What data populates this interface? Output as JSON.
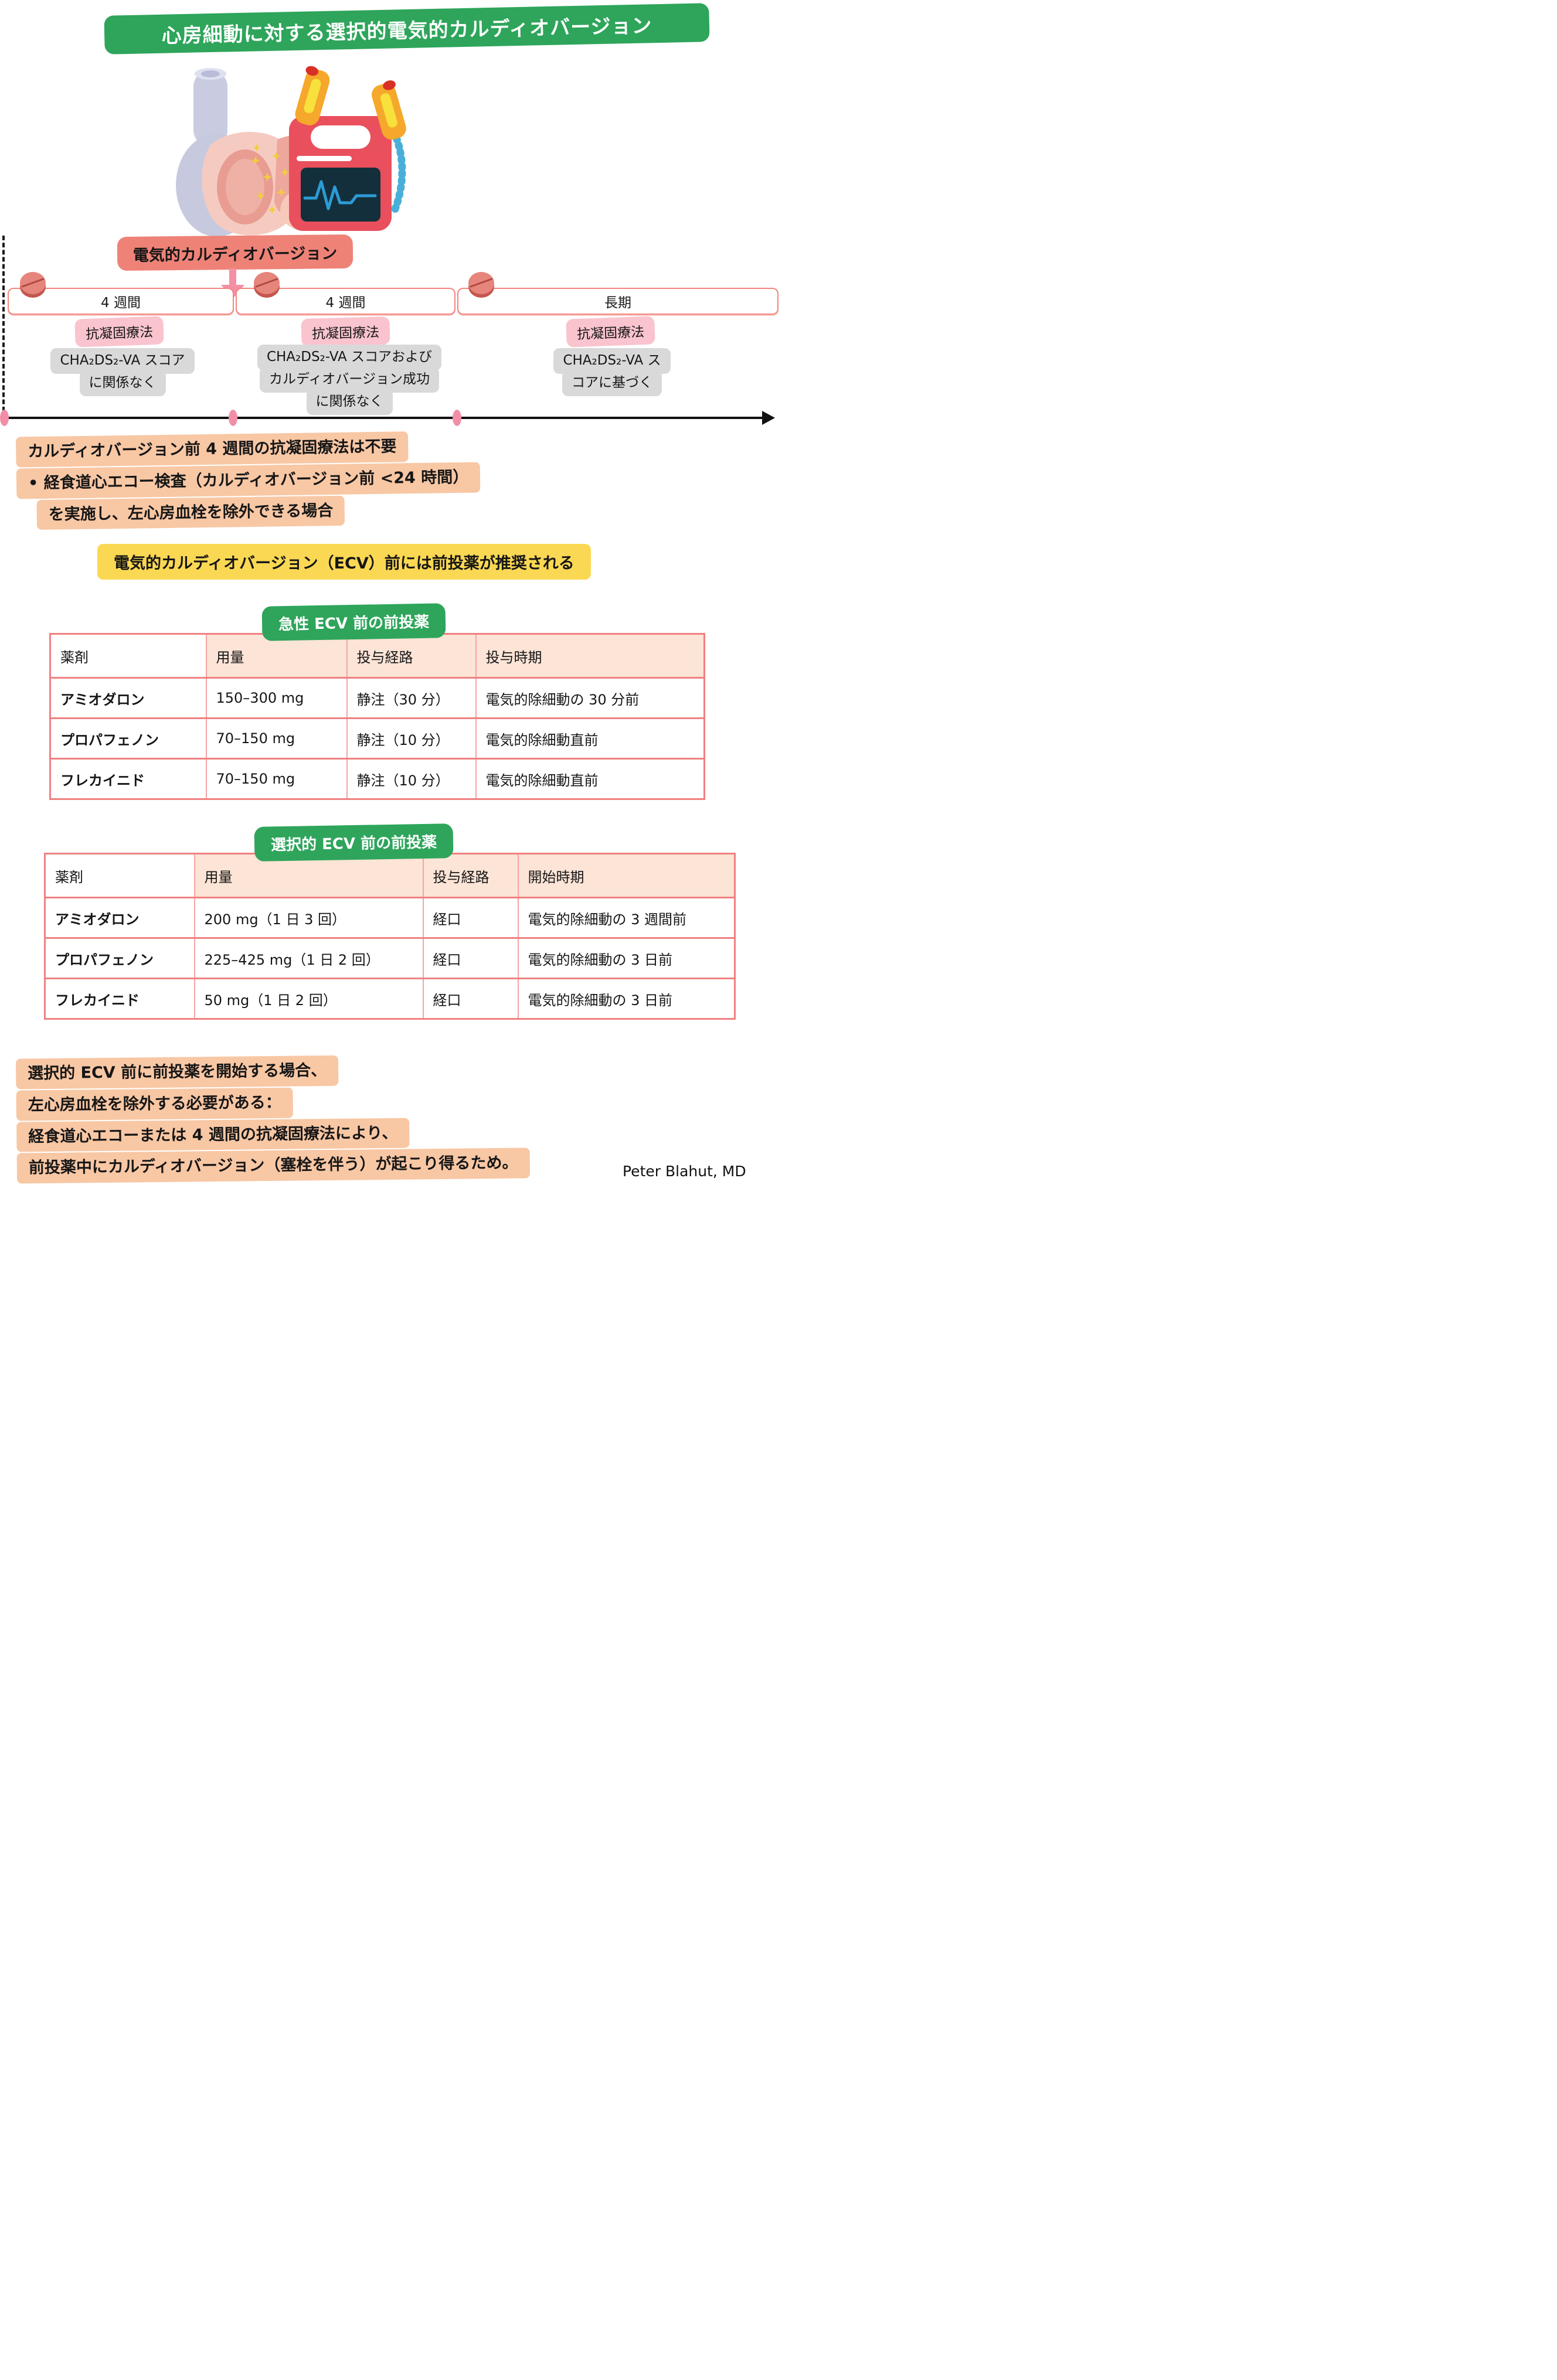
{
  "title": "心房細動に対する選択的電気的カルディオバージョン",
  "timeline": {
    "cardioversion_label": "電気的カルディオバージョン",
    "segments": [
      {
        "duration": "4 週間",
        "therapy_label": "抗凝固療法",
        "note_lines": [
          "CHA₂DS₂-VA スコア",
          "に関係なく"
        ]
      },
      {
        "duration": "4 週間",
        "therapy_label": "抗凝固療法",
        "note_lines": [
          "CHA₂DS₂-VA スコアおよび",
          "カルディオバージョン成功",
          "に関係なく"
        ]
      },
      {
        "duration": "長期",
        "therapy_label": "抗凝固療法",
        "note_lines": [
          "CHA₂DS₂-VA ス",
          "コアに基づく"
        ]
      }
    ]
  },
  "exception_note": {
    "lines": [
      "カルディオバージョン前 4 週間の抗凝固療法は不要",
      "•  経食道心エコー検査（カルディオバージョン前 <24 時間）",
      "を実施し、左心房血栓を除外できる場合"
    ]
  },
  "recommendation_banner": "電気的カルディオバージョン（ECV）前には前投薬が推奨される",
  "acute_table": {
    "label": "急性 ECV 前の前投薬",
    "headers": [
      "薬剤",
      "用量",
      "投与経路",
      "投与時期"
    ],
    "rows": [
      [
        "アミオダロン",
        "150–300 mg",
        "静注（30 分）",
        "電気的除細動の 30 分前"
      ],
      [
        "プロパフェノン",
        "70–150 mg",
        "静注（10 分）",
        "電気的除細動直前"
      ],
      [
        "フレカイニド",
        "70–150 mg",
        "静注（10 分）",
        "電気的除細動直前"
      ]
    ]
  },
  "elective_table": {
    "label": "選択的 ECV 前の前投薬",
    "headers": [
      "薬剤",
      "用量",
      "投与経路",
      "開始時期"
    ],
    "rows": [
      [
        "アミオダロン",
        "200 mg（1 日 3 回）",
        "経口",
        "電気的除細動の 3 週間前"
      ],
      [
        "プロパフェノン",
        "225–425 mg（1 日 2 回）",
        "経口",
        "電気的除細動の 3 日前"
      ],
      [
        "フレカイニド",
        "50 mg（1 日 2 回）",
        "経口",
        "電気的除細動の 3 日前"
      ]
    ]
  },
  "elective_warning": {
    "lines": [
      "選択的 ECV 前に前投薬を開始する場合、",
      "左心房血栓を除外する必要がある：",
      "経食道心エコーまたは 4 週間の抗凝固療法により、",
      "前投薬中にカルディオバージョン（塞栓を伴う）が起こり得るため。"
    ]
  },
  "credit": "Peter Blahut, MD",
  "colors": {
    "green": "#2EA55B",
    "salmon_label": "#EE8277",
    "arrow_pink": "#F48FA5",
    "light_pink_chip": "#F9C4CE",
    "gray_note": "#D9D9D9",
    "peach_note": "#F8C7A4",
    "yellow_banner": "#FBD853",
    "table_border": "#F08080",
    "table_header_fill": "#FCE4D6",
    "timeline_dot_pink": "#F28FA7",
    "pill_red": "#E6857B",
    "defibrillator_red": "#E94F5C",
    "cable_blue": "#49AFD9",
    "screen_navy": "#132F3C"
  },
  "icons": {
    "pill_icon": "round-tablet",
    "down_arrow_icon": "▼",
    "timeline_arrow_icon": "▶"
  }
}
